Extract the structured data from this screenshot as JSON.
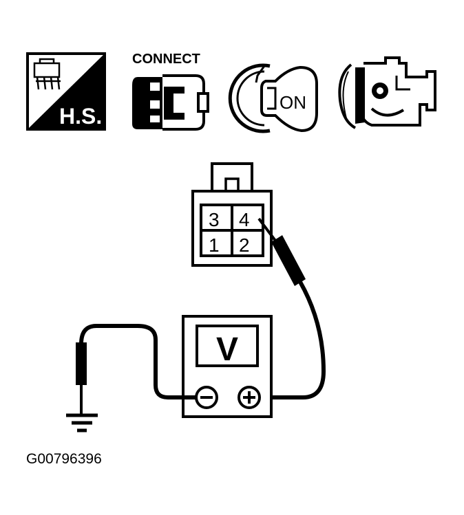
{
  "icons": {
    "hs_label": "H.S.",
    "connect_label": "CONNECT",
    "key_label": "ON"
  },
  "connector": {
    "pins": [
      "3",
      "4",
      "1",
      "2"
    ]
  },
  "meter": {
    "label": "V",
    "neg_symbol": "−",
    "pos_symbol": "+"
  },
  "figure_id": "G00796396",
  "colors": {
    "ink": "#000000",
    "paper": "#ffffff"
  }
}
